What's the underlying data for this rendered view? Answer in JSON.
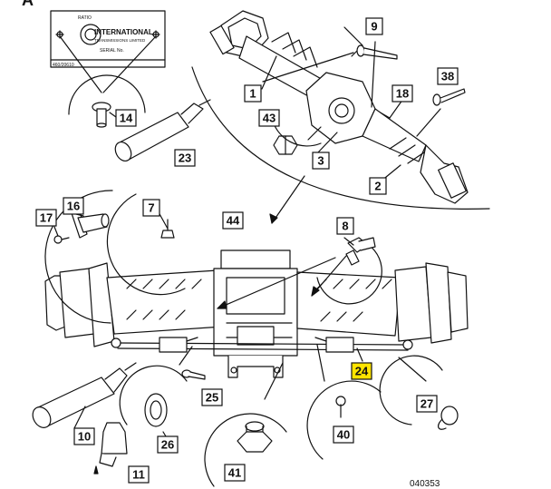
{
  "corner_letter": "A",
  "reference_code": "040353",
  "serial_plate": {
    "ratio_label": "RATIO",
    "brand": "INTERNATIONAL",
    "subtitle": "TRANSMISSIONS LIMITED",
    "serial_label": "SERIAL No.",
    "part_code": "460/20610"
  },
  "callouts": [
    {
      "id": "c1",
      "number": "1",
      "highlight": false
    },
    {
      "id": "c2",
      "number": "2",
      "highlight": false
    },
    {
      "id": "c3",
      "number": "3",
      "highlight": false
    },
    {
      "id": "c7",
      "number": "7",
      "highlight": false
    },
    {
      "id": "c8",
      "number": "8",
      "highlight": false
    },
    {
      "id": "c9",
      "number": "9",
      "highlight": false
    },
    {
      "id": "c10",
      "number": "10",
      "highlight": false
    },
    {
      "id": "c11",
      "number": "11",
      "highlight": false
    },
    {
      "id": "c14",
      "number": "14",
      "highlight": false
    },
    {
      "id": "c16",
      "number": "16",
      "highlight": false
    },
    {
      "id": "c17",
      "number": "17",
      "highlight": false
    },
    {
      "id": "c18",
      "number": "18",
      "highlight": false
    },
    {
      "id": "c23",
      "number": "23",
      "highlight": false
    },
    {
      "id": "c24",
      "number": "24",
      "highlight": true
    },
    {
      "id": "c25",
      "number": "25",
      "highlight": false
    },
    {
      "id": "c26",
      "number": "26",
      "highlight": false
    },
    {
      "id": "c27",
      "number": "27",
      "highlight": false
    },
    {
      "id": "c38",
      "number": "38",
      "highlight": false
    },
    {
      "id": "c40",
      "number": "40",
      "highlight": false
    },
    {
      "id": "c41",
      "number": "41",
      "highlight": false
    },
    {
      "id": "c43",
      "number": "43",
      "highlight": false
    },
    {
      "id": "c44",
      "number": "44",
      "highlight": false
    }
  ],
  "colors": {
    "line": "#111111",
    "highlight_fill": "#ffe400",
    "label_fill": "#ffffff"
  }
}
